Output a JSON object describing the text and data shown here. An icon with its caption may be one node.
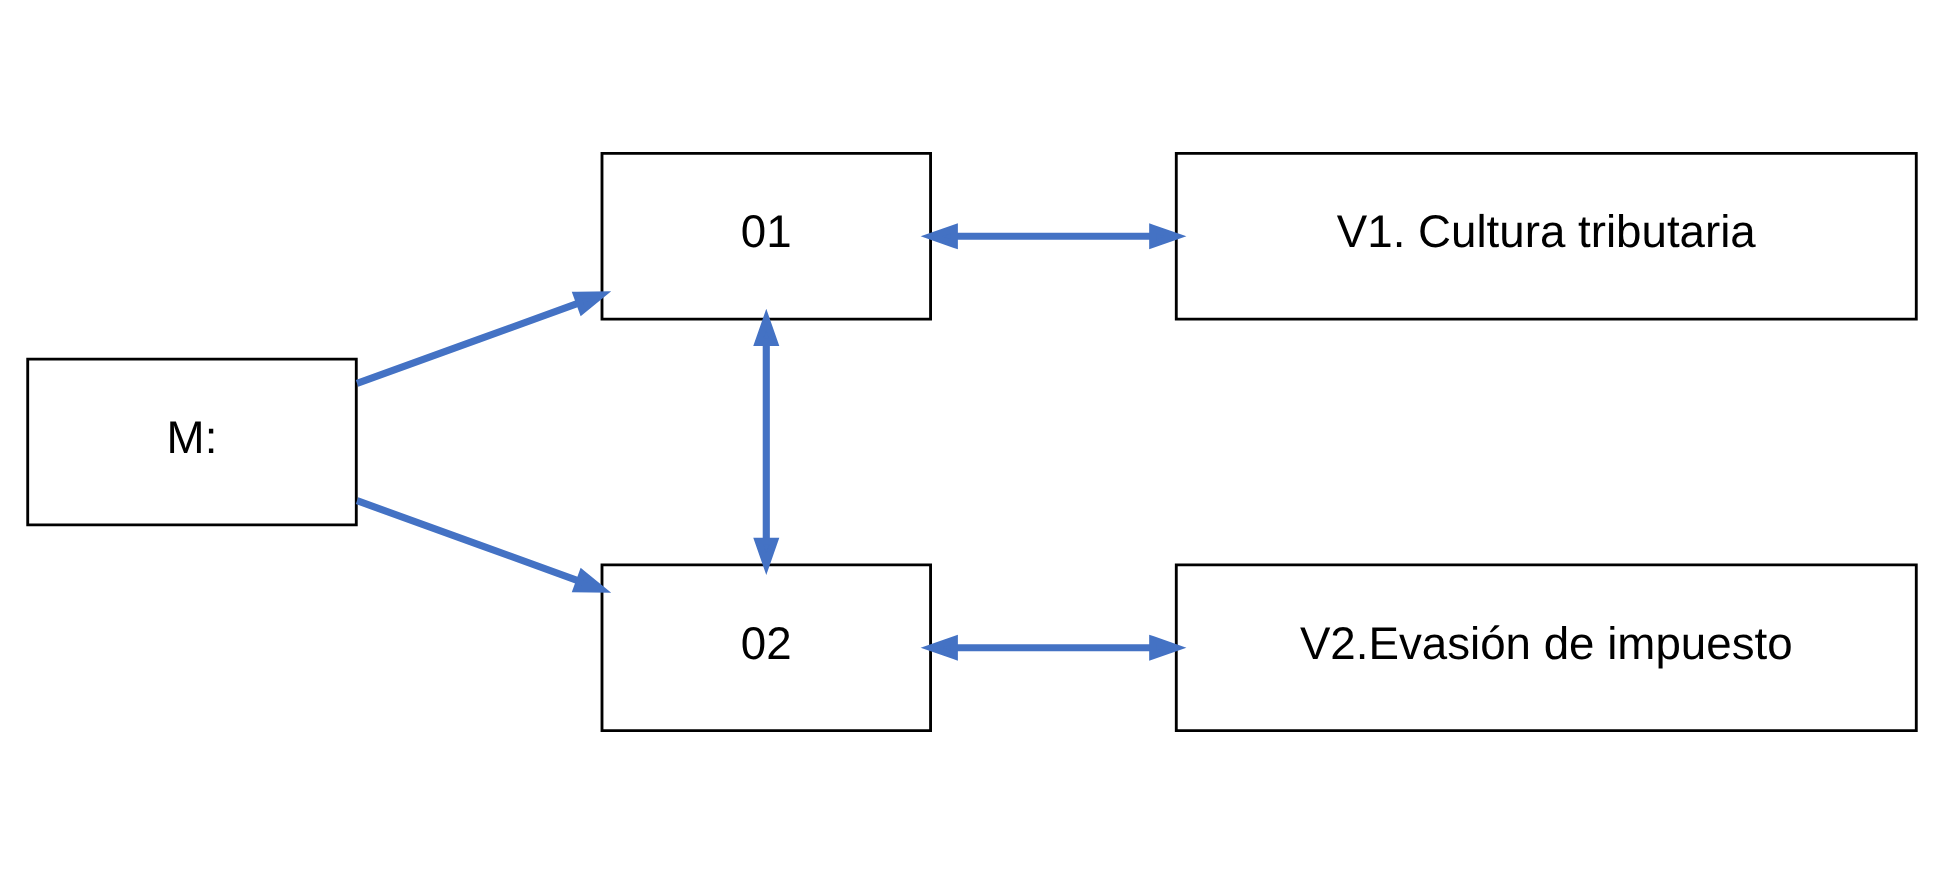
{
  "diagram": {
    "nodes": [
      {
        "text": [
          "M:"
        ]
      },
      {
        "text": [
          "01"
        ]
      },
      {
        "text": [
          "V1. Cultura tributaria"
        ]
      },
      {
        "text": [
          "02"
        ]
      },
      {
        "text": [
          "V2.Evasión de impuesto"
        ]
      }
    ],
    "edges": [
      {
        "from": 0,
        "to": 1,
        "arrow": "to"
      },
      {
        "from": 0,
        "to": 3,
        "arrow": "to"
      },
      {
        "from": 1,
        "to": 3,
        "arrow": "both"
      },
      {
        "from": 1,
        "to": 2,
        "arrow": "both"
      },
      {
        "from": 3,
        "to": 4,
        "arrow": "both"
      }
    ]
  }
}
